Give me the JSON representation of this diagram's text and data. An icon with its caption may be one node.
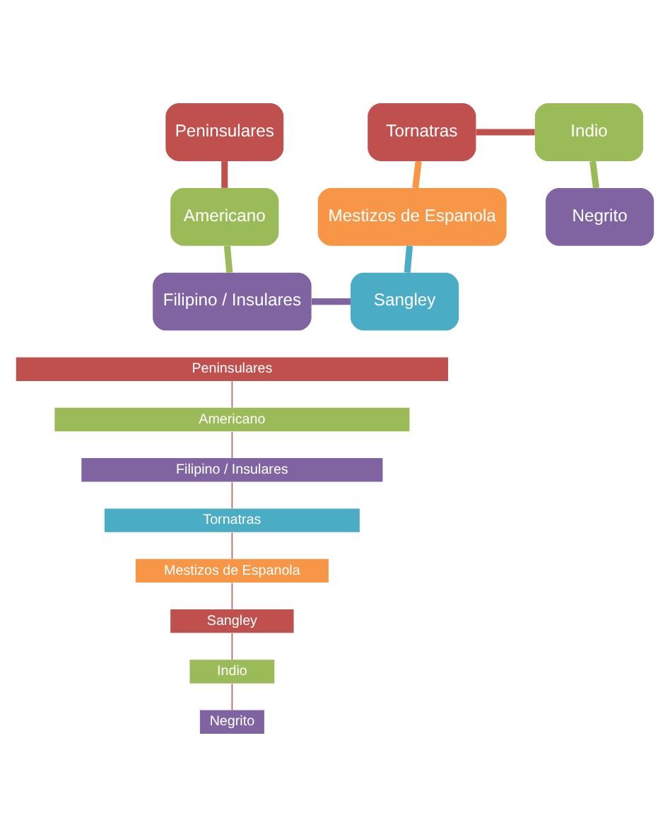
{
  "diagram": {
    "nodes": [
      {
        "text": [
          "Peninsulares"
        ]
      },
      {
        "text": [
          "Tornatras"
        ]
      },
      {
        "text": [
          "Indio"
        ]
      },
      {
        "text": [
          "Americano"
        ]
      },
      {
        "text": [
          "Mestizos de Espanola"
        ]
      },
      {
        "text": [
          "Negrito"
        ]
      },
      {
        "text": [
          "Filipino / Insulares"
        ]
      },
      {
        "text": [
          "Sangley"
        ]
      },
      {
        "text": [
          "Peninsulares"
        ]
      },
      {
        "text": [
          "Americano"
        ]
      },
      {
        "text": [
          "Filipino / Insulares"
        ]
      },
      {
        "text": [
          "Tornatras"
        ]
      },
      {
        "text": [
          "Mestizos de Espanola"
        ]
      },
      {
        "text": [
          "Sangley"
        ]
      },
      {
        "text": [
          "Indio"
        ]
      },
      {
        "text": [
          "Negrito"
        ]
      }
    ],
    "edges": [
      {
        "from": 0,
        "to": 3,
        "arrow": "none",
        "style": "thick",
        "color": "#c0504d"
      },
      {
        "from": 3,
        "to": 6,
        "arrow": "none",
        "style": "thick",
        "color": "#9bbb59"
      },
      {
        "from": 6,
        "to": 7,
        "arrow": "none",
        "style": "thick",
        "color": "#8064a2"
      },
      {
        "from": 4,
        "to": 7,
        "arrow": "none",
        "style": "thick",
        "color": "#4bacc6"
      },
      {
        "from": 1,
        "to": 4,
        "arrow": "none",
        "style": "thick",
        "color": "#f79646"
      },
      {
        "from": 1,
        "to": 2,
        "arrow": "none",
        "style": "thick",
        "color": "#c0504d"
      },
      {
        "from": 2,
        "to": 5,
        "arrow": "none",
        "style": "thick",
        "color": "#9bbb59"
      },
      {
        "from": 8,
        "to": 9,
        "arrow": "none"
      },
      {
        "from": 9,
        "to": 10,
        "arrow": "none"
      },
      {
        "from": 10,
        "to": 11,
        "arrow": "none"
      },
      {
        "from": 11,
        "to": 12,
        "arrow": "none"
      },
      {
        "from": 12,
        "to": 13,
        "arrow": "none"
      },
      {
        "from": 13,
        "to": 14,
        "arrow": "none"
      },
      {
        "from": 14,
        "to": 15,
        "arrow": "none"
      }
    ]
  }
}
